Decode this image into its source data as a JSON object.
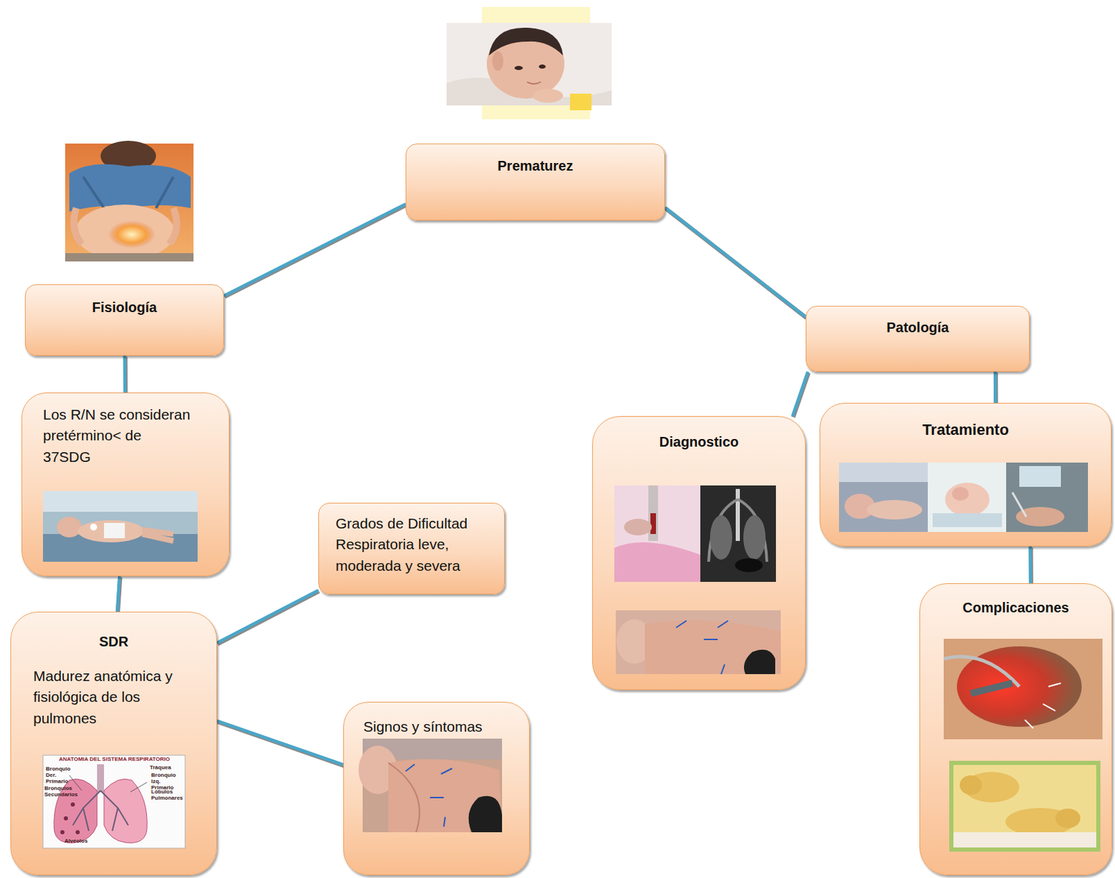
{
  "diagram": {
    "nodes": [
      {
        "text": [
          "Prematurez"
        ]
      },
      {
        "text": [
          "Fisiología"
        ]
      },
      {
        "text": [
          "Los R/N se consideran pretérmino< de 37SDG"
        ]
      },
      {
        "text": [
          "SDR",
          "Madurez anatómica y fisiológica de los pulmones"
        ]
      },
      {
        "text": [
          "Grados de Dificultad Respiratoria leve, moderada y severa"
        ]
      },
      {
        "text": [
          "Signos y síntomas"
        ]
      },
      {
        "text": [
          "Patología"
        ]
      },
      {
        "text": [
          "Diagnostico"
        ]
      },
      {
        "text": [
          "Tratamiento"
        ]
      },
      {
        "text": [
          "Complicaciones"
        ]
      }
    ],
    "edges": [
      {
        "from": 0,
        "to": 1,
        "arrow": "none"
      },
      {
        "from": 0,
        "to": 6,
        "arrow": "none"
      },
      {
        "from": 1,
        "to": 2,
        "arrow": "none"
      },
      {
        "from": 2,
        "to": 3,
        "arrow": "none"
      },
      {
        "from": 3,
        "to": 4,
        "arrow": "none"
      },
      {
        "from": 3,
        "to": 5,
        "arrow": "none"
      },
      {
        "from": 6,
        "to": 7,
        "arrow": "none"
      },
      {
        "from": 6,
        "to": 8,
        "arrow": "none"
      },
      {
        "from": 8,
        "to": 9,
        "arrow": "none"
      }
    ],
    "labels": [
      "ANATOMIA DEL SISTEMA RESPIRATORIO",
      "Tráquea",
      "Bronquio Der. Primario",
      "Bronquio Izq. Primario",
      "Bronquios Secundarios",
      "Lóbulos Pulmonares",
      "Alvéolos"
    ]
  }
}
